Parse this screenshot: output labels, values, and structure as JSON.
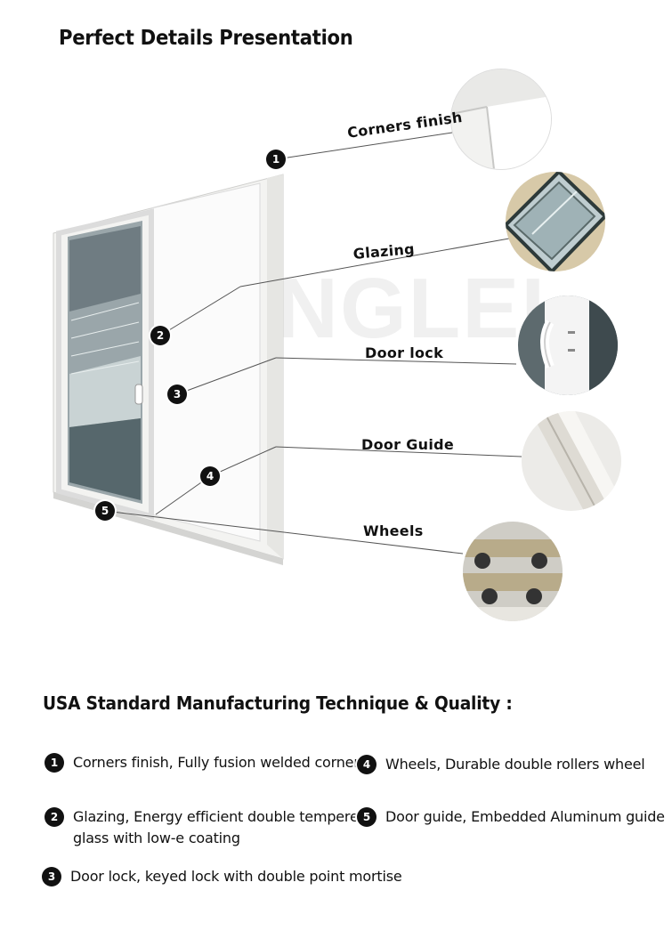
{
  "title": "Perfect Details Presentation",
  "watermark": "MINGLEI",
  "callouts": [
    {
      "num": "1",
      "label": "Corners finish"
    },
    {
      "num": "2",
      "label": "Glazing"
    },
    {
      "num": "3",
      "label": "Door lock"
    },
    {
      "num": "4",
      "label": "Door Guide"
    },
    {
      "num": "5",
      "label": "Wheels"
    }
  ],
  "section_title": "USA Standard Manufacturing Technique & Quality :",
  "features": [
    {
      "num": "1",
      "text": "Corners finish, Fully fusion welded corner"
    },
    {
      "num": "4",
      "text": "Wheels, Durable double rollers wheel"
    },
    {
      "num": "2",
      "line1": "Glazing, Energy efficient double tempered",
      "line2": "glass with low-e coating"
    },
    {
      "num": "5",
      "text": "Door guide, Embedded Aluminum guide"
    },
    {
      "num": "3",
      "text": "Door lock, keyed lock with double point mortise"
    }
  ]
}
